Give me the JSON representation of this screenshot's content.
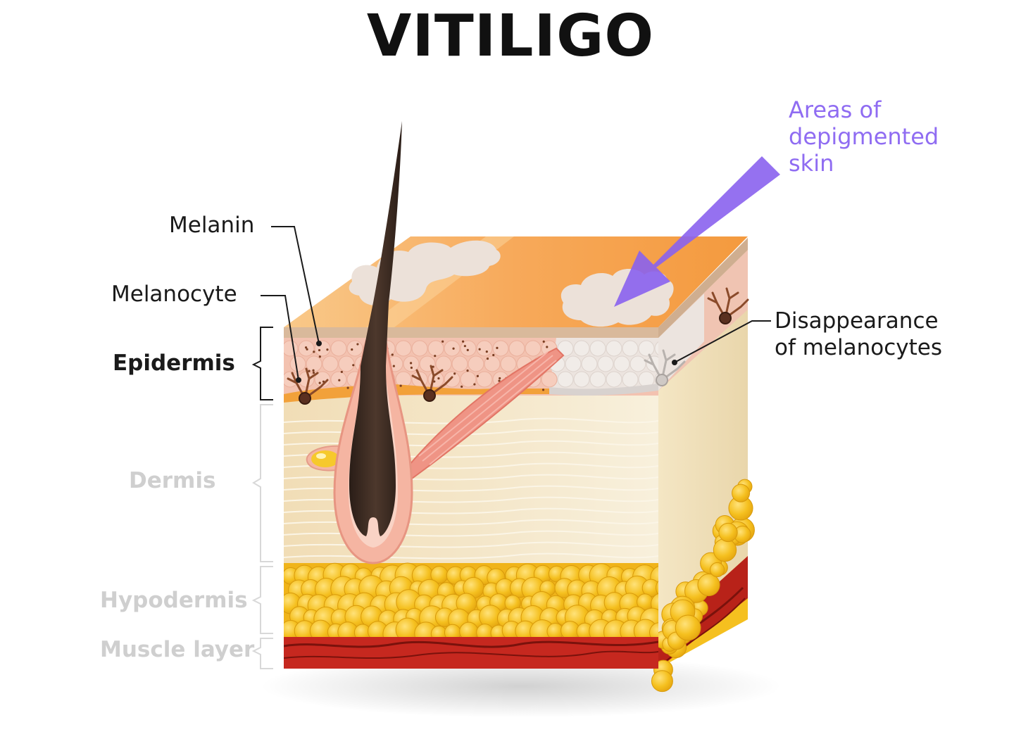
{
  "title": "VITILIGO",
  "labels": {
    "melanin": "Melanin",
    "melanocyte": "Melanocyte",
    "epidermis": "Epidermis",
    "dermis": "Dermis",
    "hypodermis": "Hypodermis",
    "muscle_layer": "Muscle layer",
    "depigmented": [
      "Areas of",
      "depigmented",
      "skin"
    ],
    "disappearance": [
      "Disappearance",
      "of melanocytes"
    ]
  },
  "colors": {
    "skin_top": "#f6a555",
    "skin_top_light": "#f9c07a",
    "depigmented_patch": "#ece1d9",
    "epidermis": "#f3c2b0",
    "dermis": "#f2e3c0",
    "fat": "#f5c01f",
    "muscle": "#c6281f",
    "hair": "#3a2a22",
    "arrow": "#8a62ee"
  }
}
